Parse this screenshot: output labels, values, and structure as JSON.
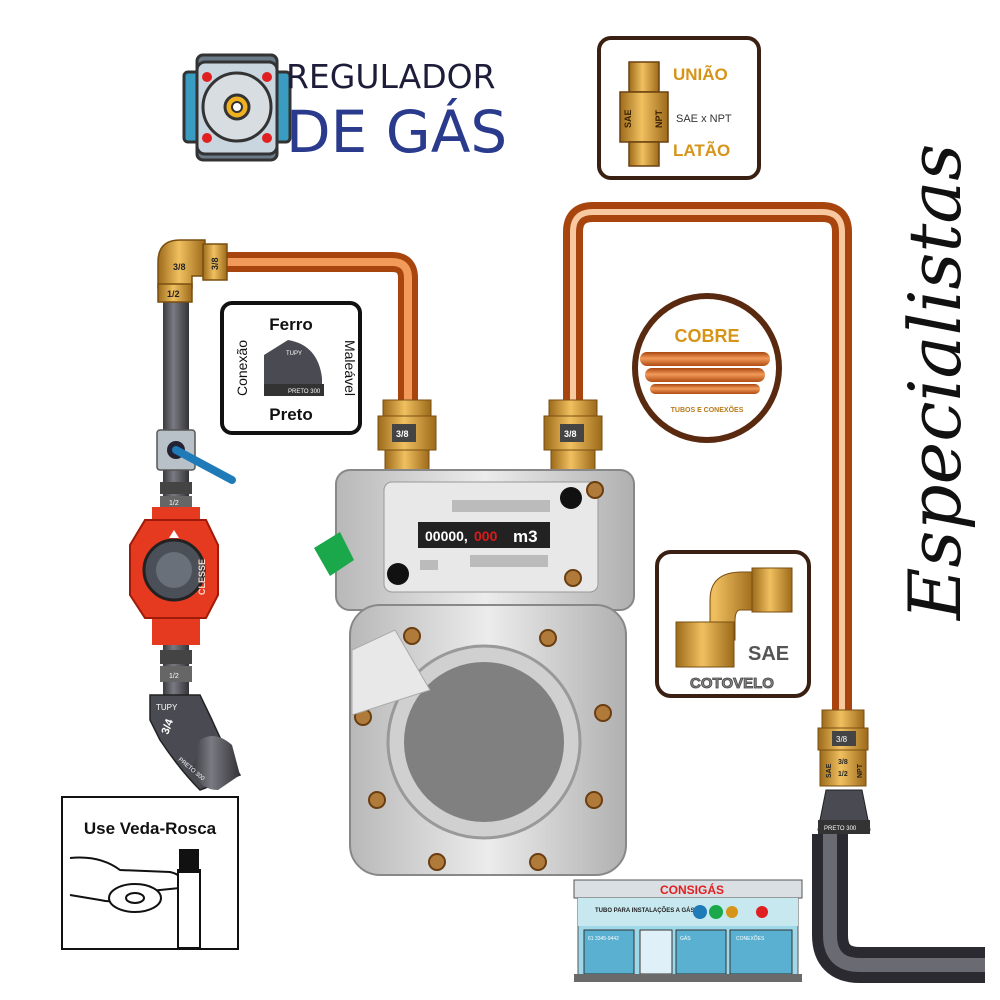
{
  "regulator_title": {
    "line1": "REGULADOR",
    "line2": "DE GÁS"
  },
  "uniao_card": {
    "label_top": "UNIÃO",
    "label_mid": "SAE x NPT",
    "label_bottom": "LATÃO",
    "fitting_left": "SAE",
    "fitting_right": "NPT"
  },
  "ferro_card": {
    "top": "Ferro",
    "bottom": "Preto",
    "left": "Conexão",
    "right": "Maleável",
    "elbow_brand": "TUPY",
    "elbow_label": "PRETO 300"
  },
  "cobre_badge": {
    "title": "COBRE",
    "subtitle": "TUBOS E CONEXÕES"
  },
  "cotovelo_card": {
    "label_right": "SAE",
    "label_bottom": "COTOVELO"
  },
  "veda_card": {
    "title": "Use Veda-Rosca"
  },
  "meter": {
    "reading_int": "00000,",
    "reading_dec": "000",
    "unit": "m3"
  },
  "fittings": {
    "left_pipe_top": "3/8",
    "left_pipe_mid": "1/2",
    "copper_top": "3/8",
    "meter_nut_left": "3/8",
    "meter_nut_right": "3/8",
    "right_nut": "3/8",
    "right_sae": "SAE",
    "right_size": "3/8",
    "right_size2": "1/2",
    "right_npt": "NPT",
    "reg_small": "1/2",
    "reg_lower": "1/2",
    "elbow_size": "3/4",
    "elbow_brand": "TUPY",
    "elbow_preto": "PRETO 300",
    "right_elbow_brand": "PRETO 300",
    "regulator_brand": "CLESSE"
  },
  "side_text": "Especialistas",
  "store": {
    "sign": "CONSIGÁS",
    "banner": "TUBO PARA INSTALAÇÕES A GÁS",
    "phone": "61 3345-9442",
    "sec1": "GÁS",
    "sec2": "CONEXÕES"
  },
  "colors": {
    "copper": "#c8611a",
    "copper_light": "#f0a070",
    "brass": "#d4a24a",
    "steel": "#5a5a62",
    "regulator_red": "#e53a1f",
    "meter_gray": "#d8d8d8",
    "title_blue": "#2a3a8c",
    "green_tab": "#1aa84a"
  }
}
